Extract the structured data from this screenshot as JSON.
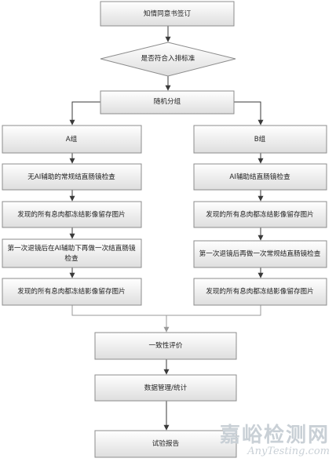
{
  "nodes": {
    "consent": "知情同意书签订",
    "criteria": "是否符合入排标准",
    "random": "随机分组",
    "group_a": "A组",
    "group_b": "B组",
    "a_step1": "无AI辅助的常规结直肠镜检查",
    "a_step2": "发现的所有息肉都冻结影像留存图片",
    "a_step3_line1": "第一次退镜后在AI辅助下再做一次结直肠镜",
    "a_step3_line2": "检查",
    "a_step4": "发现的所有息肉都冻结影像留存图片",
    "b_step1": "AI辅助结直肠镜检查",
    "b_step2": "发现的所有息肉都冻结影像留存图片",
    "b_step3": "第一次退镜后再做一次常规结直肠镜检查",
    "b_step4": "发现的所有息肉都冻结影像留存图片",
    "consistency": "一致性评价",
    "data_mgmt": "数据管理/统计",
    "report": "试验报告"
  },
  "watermark": {
    "cn": "嘉峪检测网",
    "en": "AnyTesting.com"
  },
  "colors": {
    "box_top": "#ffffff",
    "box_bottom": "#dedede",
    "box_border": "#8c8c8c",
    "arrow": "#3a3a3a",
    "watermark": "#c9d0d6"
  }
}
